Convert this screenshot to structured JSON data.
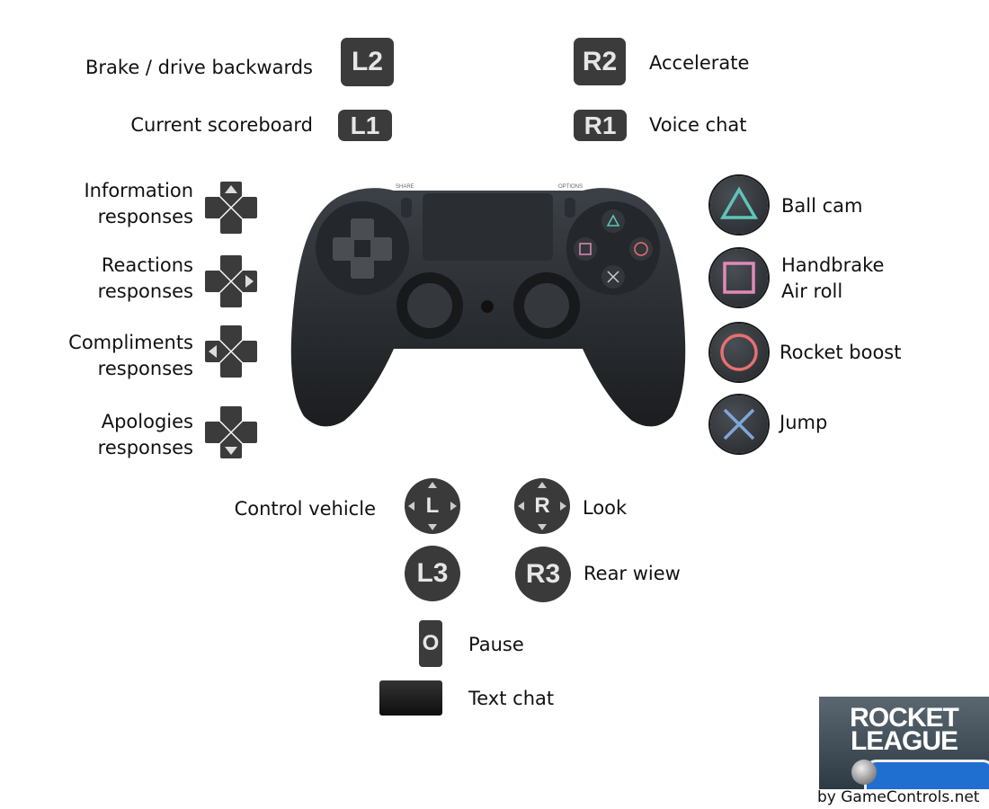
{
  "triggers": {
    "l2": {
      "key": "L2",
      "label": "Brake / drive backwards"
    },
    "l1": {
      "key": "L1",
      "label": "Current scoreboard"
    },
    "r2": {
      "key": "R2",
      "label": "Accelerate"
    },
    "r1": {
      "key": "R1",
      "label": "Voice chat"
    }
  },
  "dpad": [
    {
      "direction": "up",
      "line1": "Information",
      "line2": "responses"
    },
    {
      "direction": "right",
      "line1": "Reactions",
      "line2": "responses"
    },
    {
      "direction": "left",
      "line1": "Compliments",
      "line2": "responses"
    },
    {
      "direction": "down",
      "line1": "Apologies",
      "line2": "responses"
    }
  ],
  "face_buttons": [
    {
      "symbol": "triangle",
      "color": "#5fc4b8",
      "line1": "Ball cam",
      "line2": ""
    },
    {
      "symbol": "square",
      "color": "#e08ab8",
      "line1": "Handbrake",
      "line2": "Air roll"
    },
    {
      "symbol": "circle",
      "color": "#e8706e",
      "line1": "Rocket boost",
      "line2": ""
    },
    {
      "symbol": "cross",
      "color": "#7fa6d8",
      "line1": "Jump",
      "line2": ""
    }
  ],
  "sticks": {
    "left": {
      "key": "L",
      "label": "Control vehicle"
    },
    "right": {
      "key": "R",
      "label": "Look"
    },
    "l3": {
      "key": "L3"
    },
    "r3": {
      "key": "R3",
      "label": "Rear wiew"
    }
  },
  "options": {
    "key": "O",
    "label": "Pause"
  },
  "touchpad": {
    "label": "Text chat"
  },
  "controller": {
    "share": "SHARE",
    "options": "OPTIONS"
  },
  "logo": {
    "line1": "ROCKET",
    "line2": "LEAGUE"
  },
  "credit": "by GameControls.net"
}
